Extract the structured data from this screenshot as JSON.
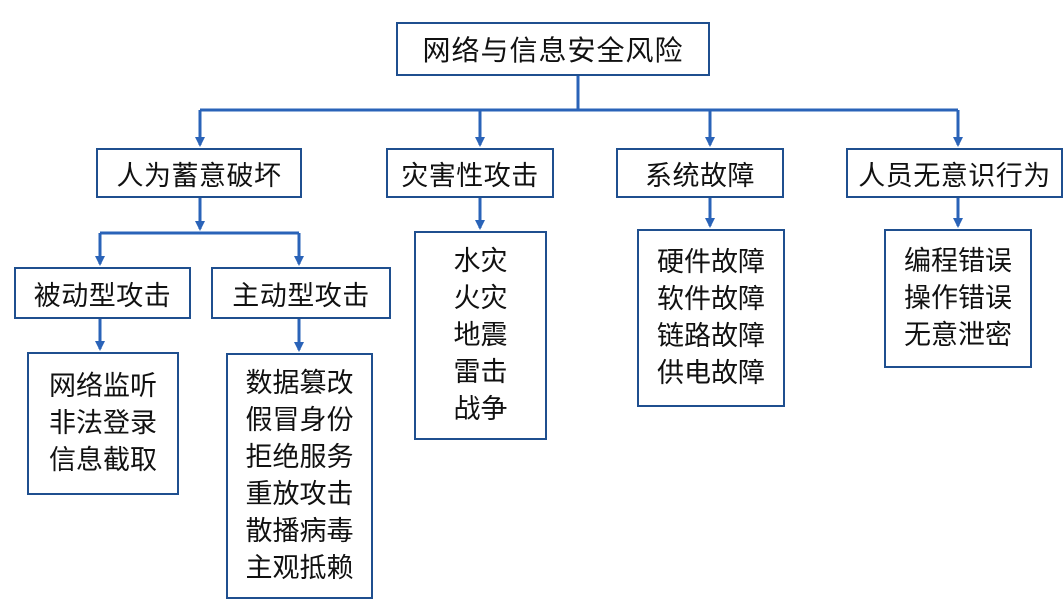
{
  "root": {
    "label": "网络与信息安全风险"
  },
  "categories": [
    {
      "label": "人为蓄意破坏",
      "subcategories": [
        {
          "label": "被动型攻击",
          "items": [
            "网络监听",
            "非法登录",
            "信息截取"
          ]
        },
        {
          "label": "主动型攻击",
          "items": [
            "数据篡改",
            "假冒身份",
            "拒绝服务",
            "重放攻击",
            "散播病毒",
            "主观抵赖"
          ]
        }
      ]
    },
    {
      "label": "灾害性攻击",
      "items": [
        "水灾",
        "火灾",
        "地震",
        "雷击",
        "战争"
      ]
    },
    {
      "label": "系统故障",
      "items": [
        "硬件故障",
        "软件故障",
        "链路故障",
        "供电故障"
      ]
    },
    {
      "label": "人员无意识行为",
      "items": [
        "编程错误",
        "操作错误",
        "无意泄密"
      ]
    }
  ],
  "colors": {
    "border": "#1f4f8f",
    "connector": "#2a63b8",
    "text": "#111111",
    "background": "#ffffff"
  }
}
